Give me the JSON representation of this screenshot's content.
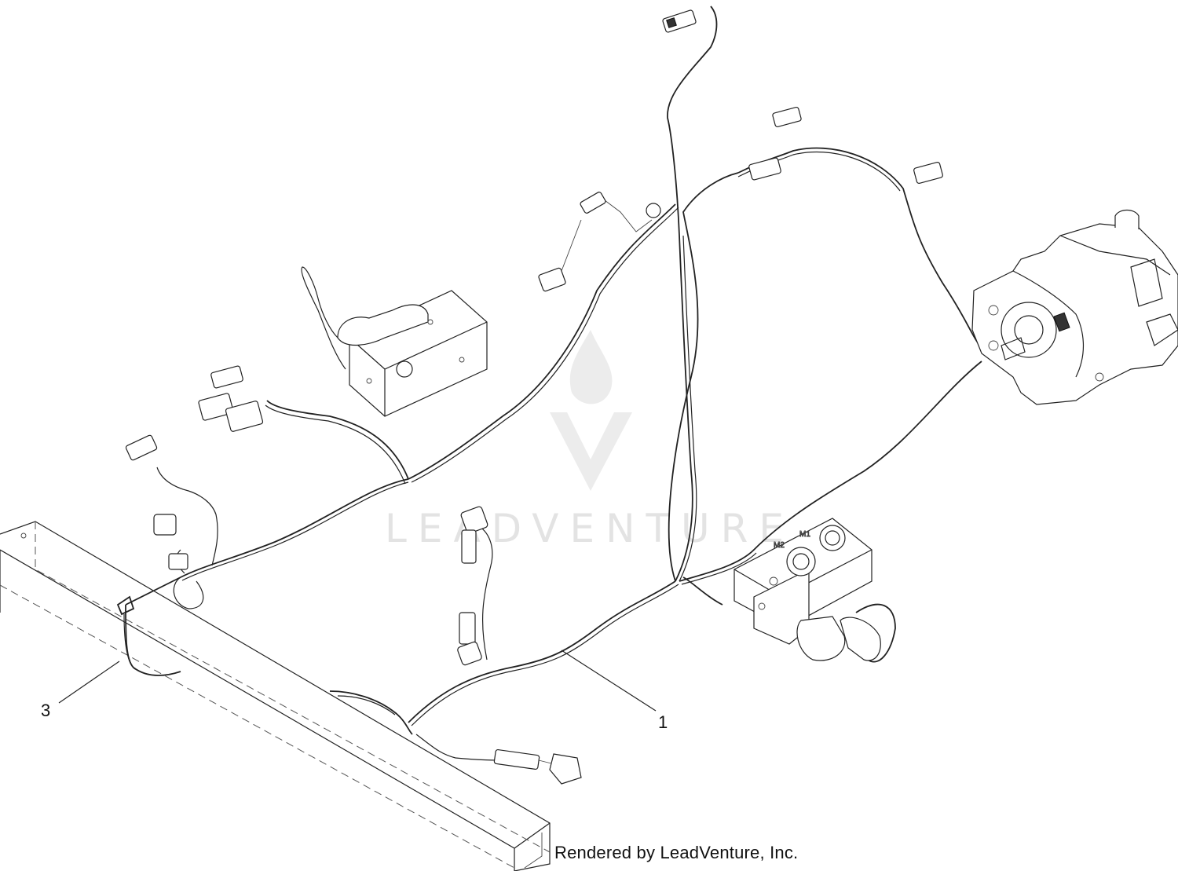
{
  "callouts": [
    {
      "label": "1"
    },
    {
      "label": "3"
    }
  ],
  "watermark": {
    "text": "LEADVENTURE",
    "color": "#e3e3e3"
  },
  "credit": "Rendered by LeadVenture, Inc.",
  "colors": {
    "line": "#222222",
    "background": "#ffffff"
  }
}
